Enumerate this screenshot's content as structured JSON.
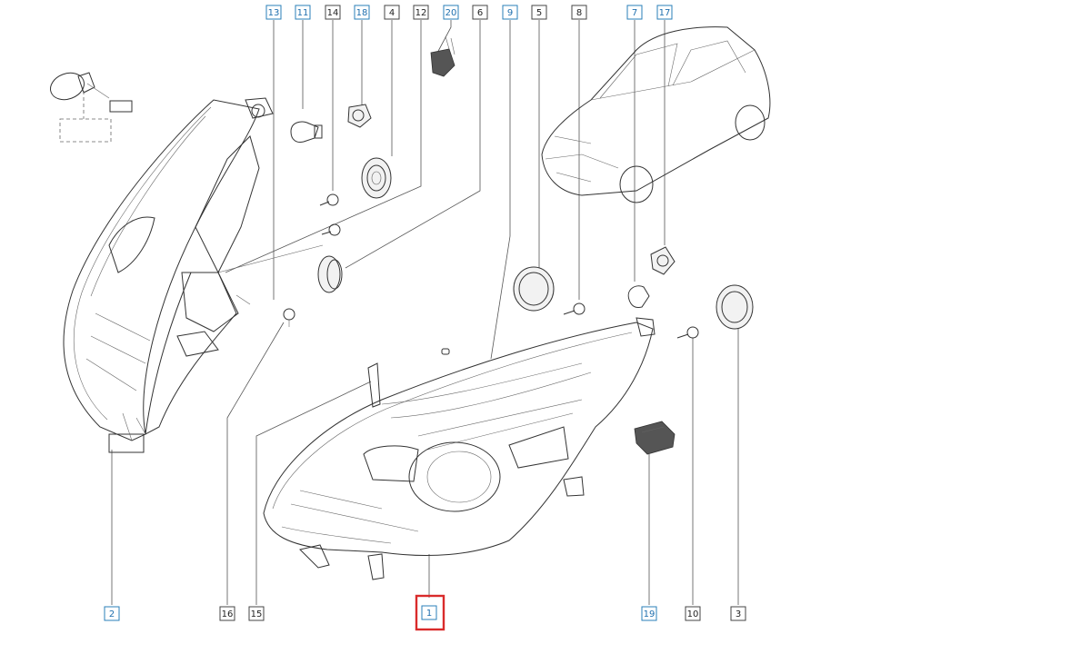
{
  "diagram": {
    "callouts": [
      {
        "id": "c13",
        "text": "13",
        "linked": true
      },
      {
        "id": "c11",
        "text": "11",
        "linked": true
      },
      {
        "id": "c14",
        "text": "14",
        "linked": false
      },
      {
        "id": "c18",
        "text": "18",
        "linked": true
      },
      {
        "id": "c4",
        "text": "4",
        "linked": false
      },
      {
        "id": "c12",
        "text": "12",
        "linked": false
      },
      {
        "id": "c20",
        "text": "20",
        "linked": true
      },
      {
        "id": "c6",
        "text": "6",
        "linked": false
      },
      {
        "id": "c9",
        "text": "9",
        "linked": true
      },
      {
        "id": "c5",
        "text": "5",
        "linked": false
      },
      {
        "id": "c8",
        "text": "8",
        "linked": false
      },
      {
        "id": "c7",
        "text": "7",
        "linked": true
      },
      {
        "id": "c17",
        "text": "17",
        "linked": true
      },
      {
        "id": "c2",
        "text": "2",
        "linked": true
      },
      {
        "id": "c16",
        "text": "16",
        "linked": false
      },
      {
        "id": "c15",
        "text": "15",
        "linked": false
      },
      {
        "id": "c1",
        "text": "1",
        "linked": true,
        "highlighted": true
      },
      {
        "id": "c19",
        "text": "19",
        "linked": true
      },
      {
        "id": "c10",
        "text": "10",
        "linked": false
      },
      {
        "id": "c3",
        "text": "3",
        "linked": false
      }
    ],
    "highlight_color": "#d92b2b",
    "link_color": "#1f6fae"
  }
}
